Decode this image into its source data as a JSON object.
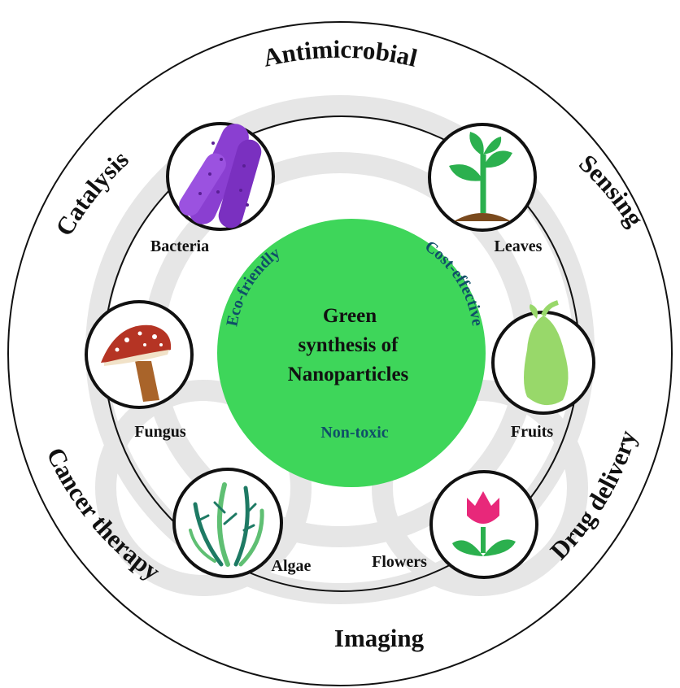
{
  "center": {
    "title_lines": [
      "Green",
      "synthesis of",
      "Nanoparticles"
    ],
    "fill_color": "#3ed65a",
    "properties": {
      "eco": "Eco-friendly",
      "cost": "Cost-effective",
      "nontoxic": "Non-toxic"
    },
    "property_color": "#0f4f68"
  },
  "applications": {
    "antimicrobial": "Antimicrobial",
    "sensing": "Sensing",
    "drug_delivery": "Drug delivery",
    "imaging": "Imaging",
    "cancer_therapy": "Cancer therapy",
    "catalysis": "Catalysis"
  },
  "sources": [
    {
      "label": "Bacteria",
      "icon": "bacteria-icon"
    },
    {
      "label": "Leaves",
      "icon": "leaves-icon"
    },
    {
      "label": "Fungus",
      "icon": "mushroom-icon"
    },
    {
      "label": "Fruits",
      "icon": "pear-icon"
    },
    {
      "label": "Algae",
      "icon": "algae-icon"
    },
    {
      "label": "Flowers",
      "icon": "tulip-icon"
    }
  ],
  "colors": {
    "ring_stroke": "#111111",
    "watermark": "#e6e6e6",
    "bacteria": "#8a3fd1",
    "leaf": "#2bb04e",
    "soil": "#7a4a1e",
    "mushroom_cap": "#b53424",
    "mushroom_stem": "#a9642a",
    "pear": "#98d86a",
    "algae_dark": "#1e7a64",
    "algae_light": "#5fbf73",
    "tulip": "#e8287a"
  }
}
